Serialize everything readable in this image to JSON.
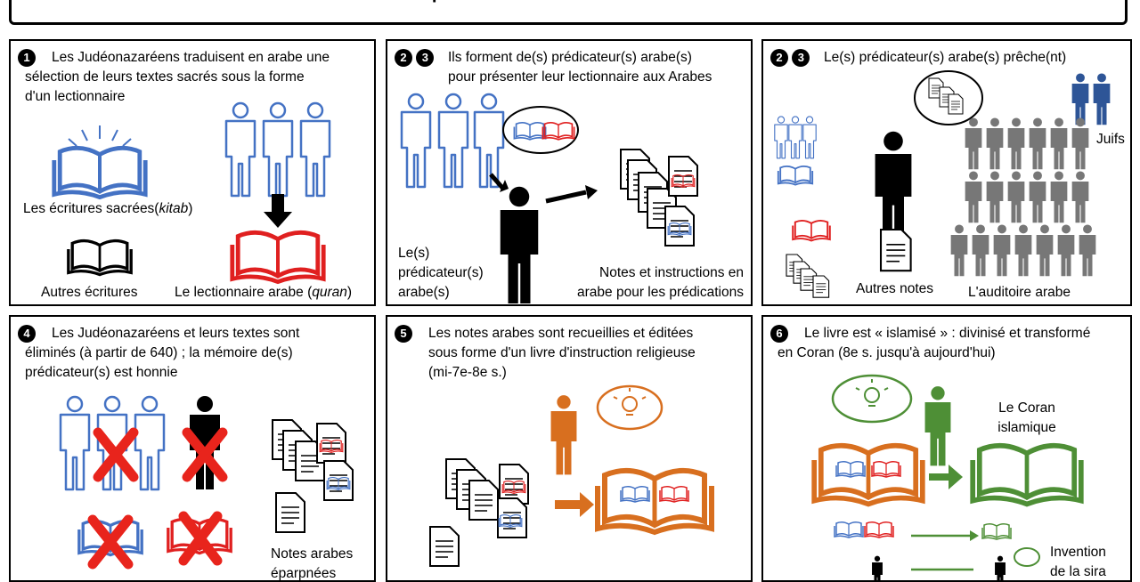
{
  "title": "Les étapes de la formation du Coran",
  "colors": {
    "blue": "#4472c4",
    "red": "#e02020",
    "orange": "#d86f1f",
    "green": "#4e8f36",
    "grey": "#777777",
    "black": "#000000"
  },
  "panels": [
    {
      "badges": [
        "1"
      ],
      "lines": [
        "Les Judéonazaréens traduisent en arabe une",
        "sélection de leurs textes sacrés sous la forme",
        "d'un lectionnaire"
      ],
      "labels": {
        "scriptures": "Les écritures sacrées(",
        "scriptures_it": "kitab",
        "scriptures_end": ")",
        "other": "Autres écritures",
        "lectionary": "Le lectionnaire arabe (",
        "lectionary_it": "quran",
        "lectionary_end": ")"
      }
    },
    {
      "badges": [
        "2",
        "3"
      ],
      "lines": [
        "Ils forment de(s) prédicateur(s) arabe(s)",
        "pour présenter leur lectionnaire aux Arabes"
      ],
      "labels": {
        "preacher1": "Le(s)",
        "preacher2": "prédicateur(s)",
        "preacher3": "arabe(s)",
        "notes1": "Notes et instructions en",
        "notes2": "arabe pour les prédications"
      }
    },
    {
      "badges": [
        "2",
        "3"
      ],
      "lines": [
        "Le(s) prédicateur(s) arabe(s) prêche(nt)"
      ],
      "labels": {
        "jews": "Juifs",
        "other_notes": "Autres notes",
        "audience": "L'auditoire arabe"
      }
    },
    {
      "badges": [
        "4"
      ],
      "lines": [
        "Les Judéonazaréens et leurs textes sont",
        "éliminés (à partir de 640) ; la mémoire de(s)",
        "prédicateur(s) est honnie"
      ],
      "labels": {
        "notes1": "Notes arabes",
        "notes2": "éparpnées"
      }
    },
    {
      "badges": [
        "5"
      ],
      "lines": [
        "Les notes arabes sont recueillies et éditées",
        "sous forme d'un livre d'instruction religieuse",
        "(mi-7e-8e s.)"
      ]
    },
    {
      "badges": [
        "6"
      ],
      "lines": [
        "Le livre est « islamisé » : divinisé et transformé",
        "en Coran (8e s. jusqu'à aujourd'hui)"
      ],
      "labels": {
        "quran1": "Le Coran",
        "quran2": "islamique",
        "sira1": "Invention",
        "sira2": "de la sira"
      }
    }
  ]
}
